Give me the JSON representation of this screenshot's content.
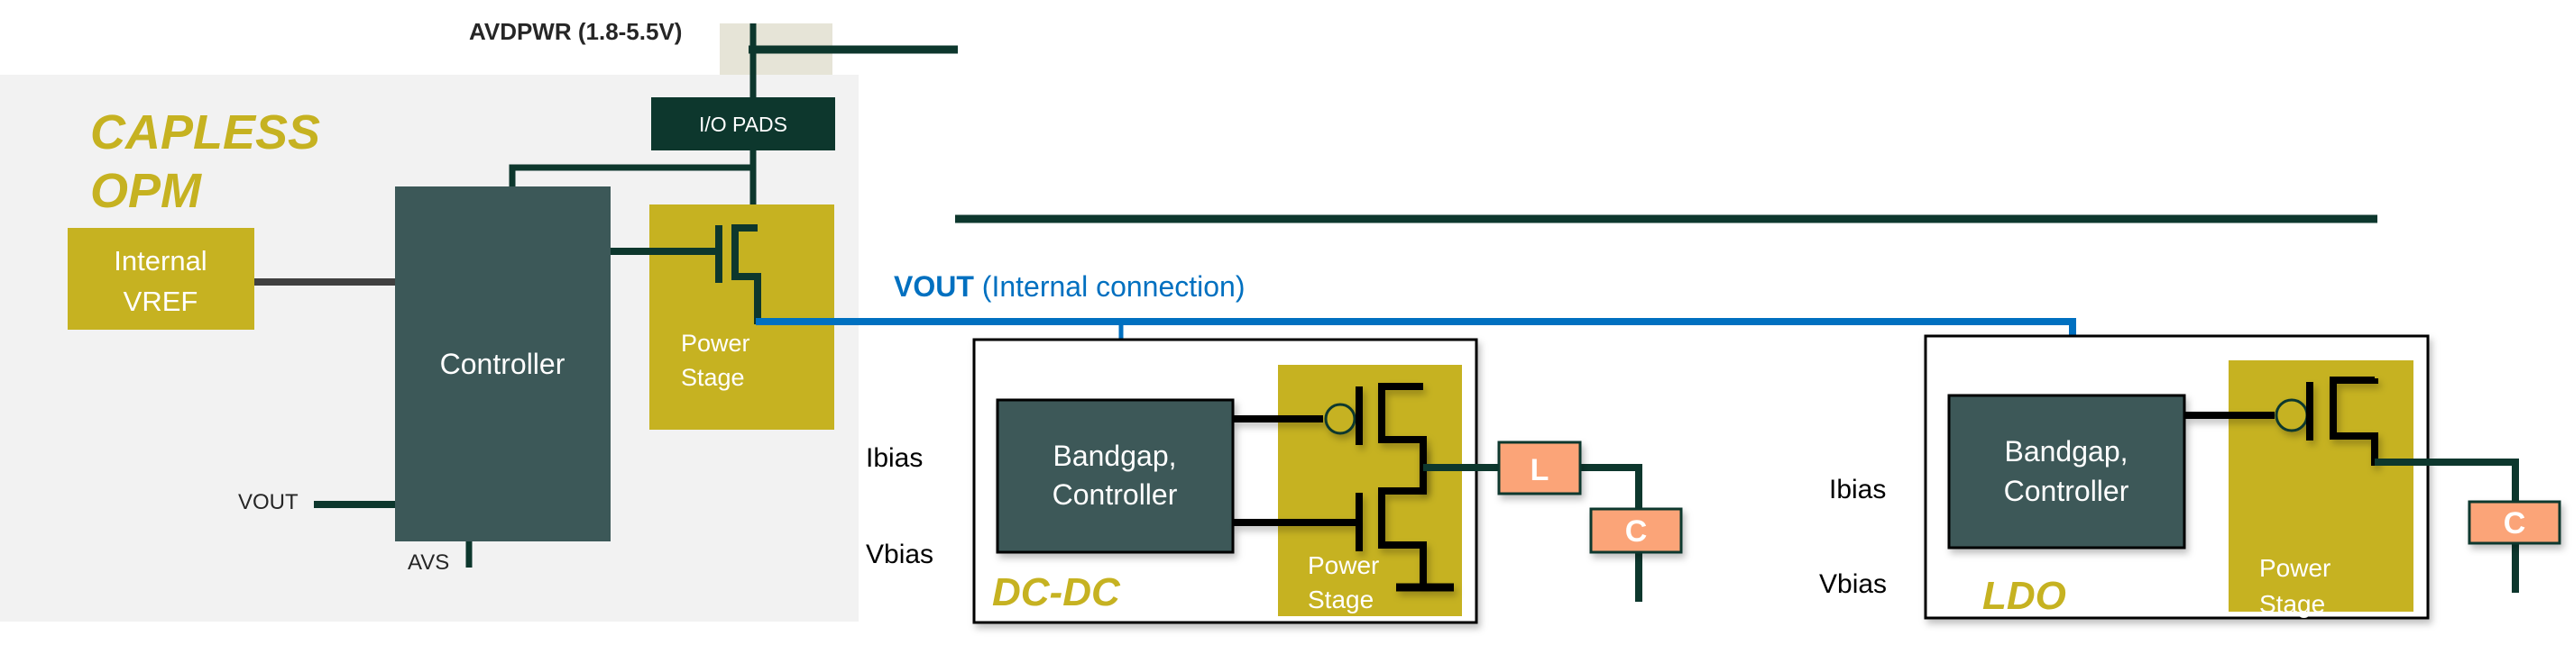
{
  "colors": {
    "opm_background": "#f2f2f2",
    "supply_pad_background": "#e6e4d7",
    "block_dark": "#3c5858",
    "io_pads": "#0d372d",
    "wire_dark": "#0d372d",
    "wire_black": "#000000",
    "vout_blue": "#0070c0",
    "power_stage": "#c6b221",
    "passive_orange": "#fba478",
    "title_gold": "#c6b221",
    "label_text": "#262626",
    "white": "#ffffff"
  },
  "supply": {
    "label": "AVDPWR (1.8-5.5V)"
  },
  "opm": {
    "title_line1": "CAPLESS",
    "title_line2": "OPM",
    "io_pads_label": "I/O PADS",
    "vref_line1": "Internal",
    "vref_line2": "VREF",
    "controller_label": "Controller",
    "power_stage_line1": "Power",
    "power_stage_line2": "Stage",
    "vout_pin_label": "VOUT",
    "avs_pin_label": "AVS"
  },
  "vout_bus": {
    "label_bold": "VOUT",
    "label_rest": " (Internal connection)"
  },
  "dcdc": {
    "title": "DC-DC",
    "ibias_label": "Ibias",
    "vbias_label": "Vbias",
    "controller_line1": "Bandgap,",
    "controller_line2": "Controller",
    "power_stage_line1": "Power",
    "power_stage_line2": "Stage",
    "inductor_label": "L",
    "capacitor_label": "C"
  },
  "ldo": {
    "title": "LDO",
    "ibias_label": "Ibias",
    "vbias_label": "Vbias",
    "controller_line1": "Bandgap,",
    "controller_line2": "Controller",
    "power_stage_line1": "Power",
    "power_stage_line2": "Stage",
    "capacitor_label": "C"
  }
}
